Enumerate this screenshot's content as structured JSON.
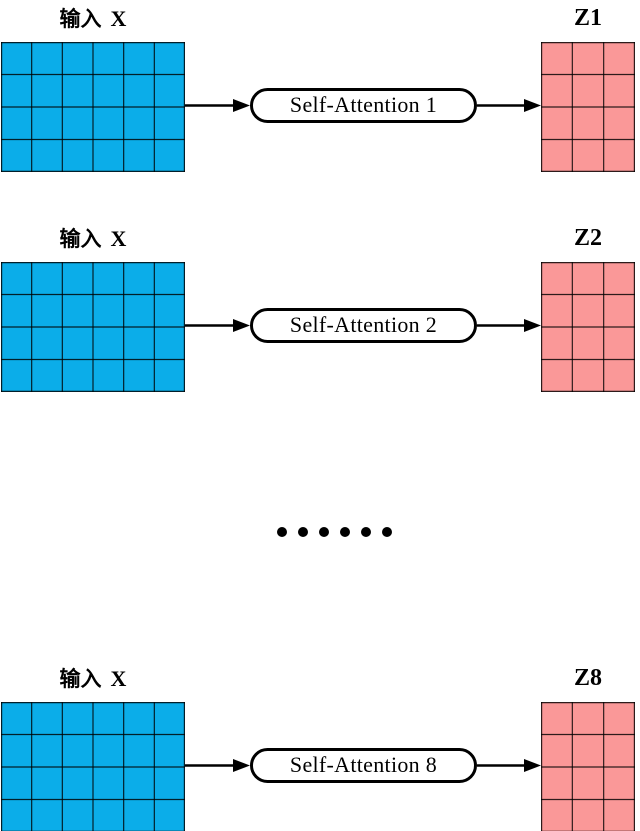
{
  "diagram": {
    "rows": [
      {
        "input_label_cjk": "输入",
        "input_label_var": "X",
        "attention_label": "Self-Attention 1",
        "output_label": "Z1"
      },
      {
        "input_label_cjk": "输入",
        "input_label_var": "X",
        "attention_label": "Self-Attention 2",
        "output_label": "Z2"
      },
      {
        "input_label_cjk": "输入",
        "input_label_var": "X",
        "attention_label": "Self-Attention 8",
        "output_label": "Z8"
      }
    ],
    "ellipsis_dots": 6,
    "colors": {
      "input_matrix_fill": "#0BADE9",
      "output_matrix_fill": "#FA9898",
      "line": "#000000",
      "background": "#FFFFFF"
    },
    "input_grid": {
      "cols": 6,
      "rows": 4
    },
    "output_grid": {
      "cols": 3,
      "rows": 4
    }
  }
}
